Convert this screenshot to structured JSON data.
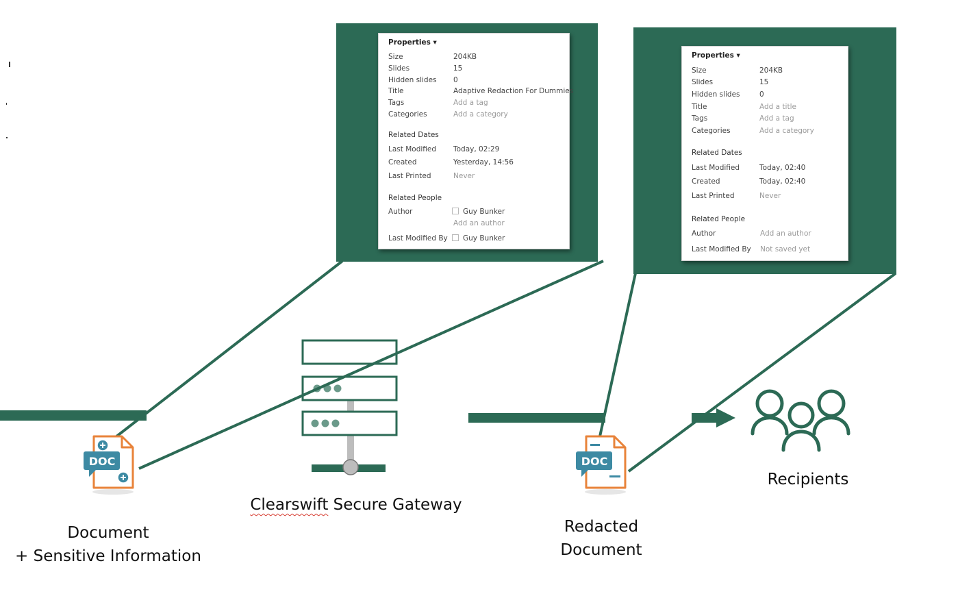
{
  "colors": {
    "green": "#2c6a55",
    "gray": "#bdbdbd",
    "orange": "#e8833a",
    "teal": "#3d8aa3"
  },
  "panel_left": {
    "header": "Properties ▾",
    "properties": [
      {
        "label": "Size",
        "value": "204KB",
        "muted": false
      },
      {
        "label": "Slides",
        "value": "15",
        "muted": false
      },
      {
        "label": "Hidden slides",
        "value": "0",
        "muted": false
      },
      {
        "label": "Title",
        "value": "Adaptive Redaction For Dummies",
        "muted": false
      },
      {
        "label": "Tags",
        "value": "Add a tag",
        "muted": true
      },
      {
        "label": "Categories",
        "value": "Add a category",
        "muted": true
      }
    ],
    "dates_header": "Related Dates",
    "dates": [
      {
        "label": "Last Modified",
        "value": "Today, 02:29",
        "muted": false
      },
      {
        "label": "Created",
        "value": "Yesterday, 14:56",
        "muted": false
      },
      {
        "label": "Last Printed",
        "value": "Never",
        "muted": true
      }
    ],
    "people_header": "Related People",
    "author_label": "Author",
    "author_value": "Guy Bunker",
    "add_author": "Add an author",
    "modified_by_label": "Last Modified By",
    "modified_by_value": "Guy Bunker"
  },
  "panel_right": {
    "header": "Properties ▾",
    "properties": [
      {
        "label": "Size",
        "value": "204KB",
        "muted": false
      },
      {
        "label": "Slides",
        "value": "15",
        "muted": false
      },
      {
        "label": "Hidden slides",
        "value": "0",
        "muted": false
      },
      {
        "label": "Title",
        "value": "Add a title",
        "muted": true
      },
      {
        "label": "Tags",
        "value": "Add a tag",
        "muted": true
      },
      {
        "label": "Categories",
        "value": "Add a category",
        "muted": true
      }
    ],
    "dates_header": "Related Dates",
    "dates": [
      {
        "label": "Last Modified",
        "value": "Today, 02:40",
        "muted": false
      },
      {
        "label": "Created",
        "value": "Today, 02:40",
        "muted": false
      },
      {
        "label": "Last Printed",
        "value": "Never",
        "muted": true
      }
    ],
    "people_header": "Related People",
    "author_label": "Author",
    "author_value": "Add an author",
    "modified_by_label": "Last Modified By",
    "modified_by_value": "Not saved yet"
  },
  "doc_icon_text": "DOC",
  "labels": {
    "document_line1": "Document",
    "document_line2": "+ Sensitive Information",
    "gateway_word1": "Clearswift",
    "gateway_rest": " Secure Gateway",
    "redacted_line1": "Redacted",
    "redacted_line2": "Document",
    "recipients": "Recipients"
  }
}
